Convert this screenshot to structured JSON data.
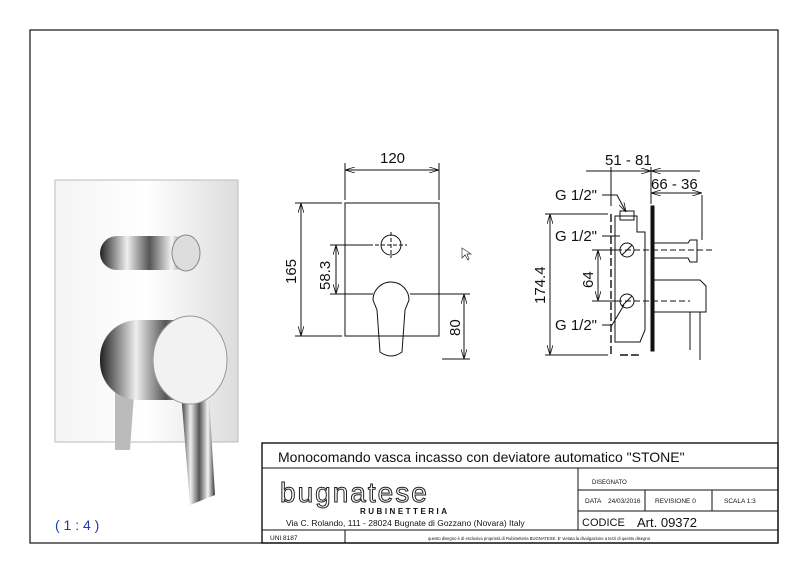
{
  "scale_note": "( 1 : 4 )",
  "front_view": {
    "width": "120",
    "height": "165",
    "knob_offset": "58.3",
    "lever_offset": "80"
  },
  "side_view": {
    "depth_range": "51 - 81",
    "projection_range": "66 - 36",
    "height": "174.4",
    "spacing": "64",
    "connections": [
      "G 1/2\"",
      "G 1/2\"",
      "G 1/2\""
    ]
  },
  "title_block": {
    "title": "Monocomando vasca incasso con deviatore automatico \"STONE\"",
    "logo": "bugnatese",
    "logo_sub": "RUBINETTERIA",
    "address": "Via C. Rolando, 111 - 28024 Bugnate di Gozzano (Novara) Italy",
    "disegnato_label": "DISEGNATO",
    "data_label": "DATA",
    "data_value": "24/03/2016",
    "revisione": "REVISIONE  0",
    "scala": "SCALA   1:3",
    "codice_label": "CODICE",
    "codice_value": "Art. 09372",
    "uni": "UNI 8187",
    "disclaimer": "questo disegno è di esclusiva proprietà di Rubinetteria BUGNATESE. E' vietata la divulgazione a terzi di questo disegno"
  },
  "colors": {
    "line": "#111111",
    "scale_note": "#1a3fb0"
  }
}
